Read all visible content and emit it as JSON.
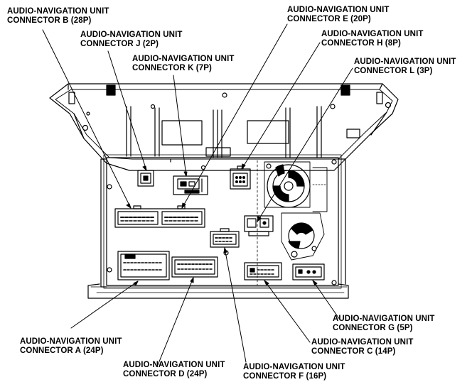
{
  "callouts": {
    "b": {
      "line1": "AUDIO-NAVIGATION UNIT",
      "line2": "CONNECTOR B (28P)"
    },
    "j": {
      "line1": "AUDIO-NAVIGATION UNIT",
      "line2": "CONNECTOR J (2P)"
    },
    "k": {
      "line1": "AUDIO-NAVIGATION UNIT",
      "line2": "CONNECTOR K (7P)"
    },
    "e": {
      "line1": "AUDIO-NAVIGATION UNIT",
      "line2": "CONNECTOR E (20P)"
    },
    "h": {
      "line1": "AUDIO-NAVIGATION UNIT",
      "line2": "CONNECTOR H (8P)"
    },
    "l": {
      "line1": "AUDIO-NAVIGATION UNIT",
      "line2": "CONNECTOR L (3P)"
    },
    "g": {
      "line1": "AUDIO-NAVIGATION UNIT",
      "line2": "CONNECTOR G (5P)"
    },
    "c": {
      "line1": "AUDIO-NAVIGATION UNIT",
      "line2": "CONNECTOR C (14P)"
    },
    "a": {
      "line1": "AUDIO-NAVIGATION UNIT",
      "line2": "CONNECTOR A (24P)"
    },
    "d": {
      "line1": "AUDIO-NAVIGATION UNIT",
      "line2": "CONNECTOR D (24P)"
    },
    "f": {
      "line1": "AUDIO-NAVIGATION UNIT",
      "line2": "CONNECTOR F (16P)"
    }
  }
}
